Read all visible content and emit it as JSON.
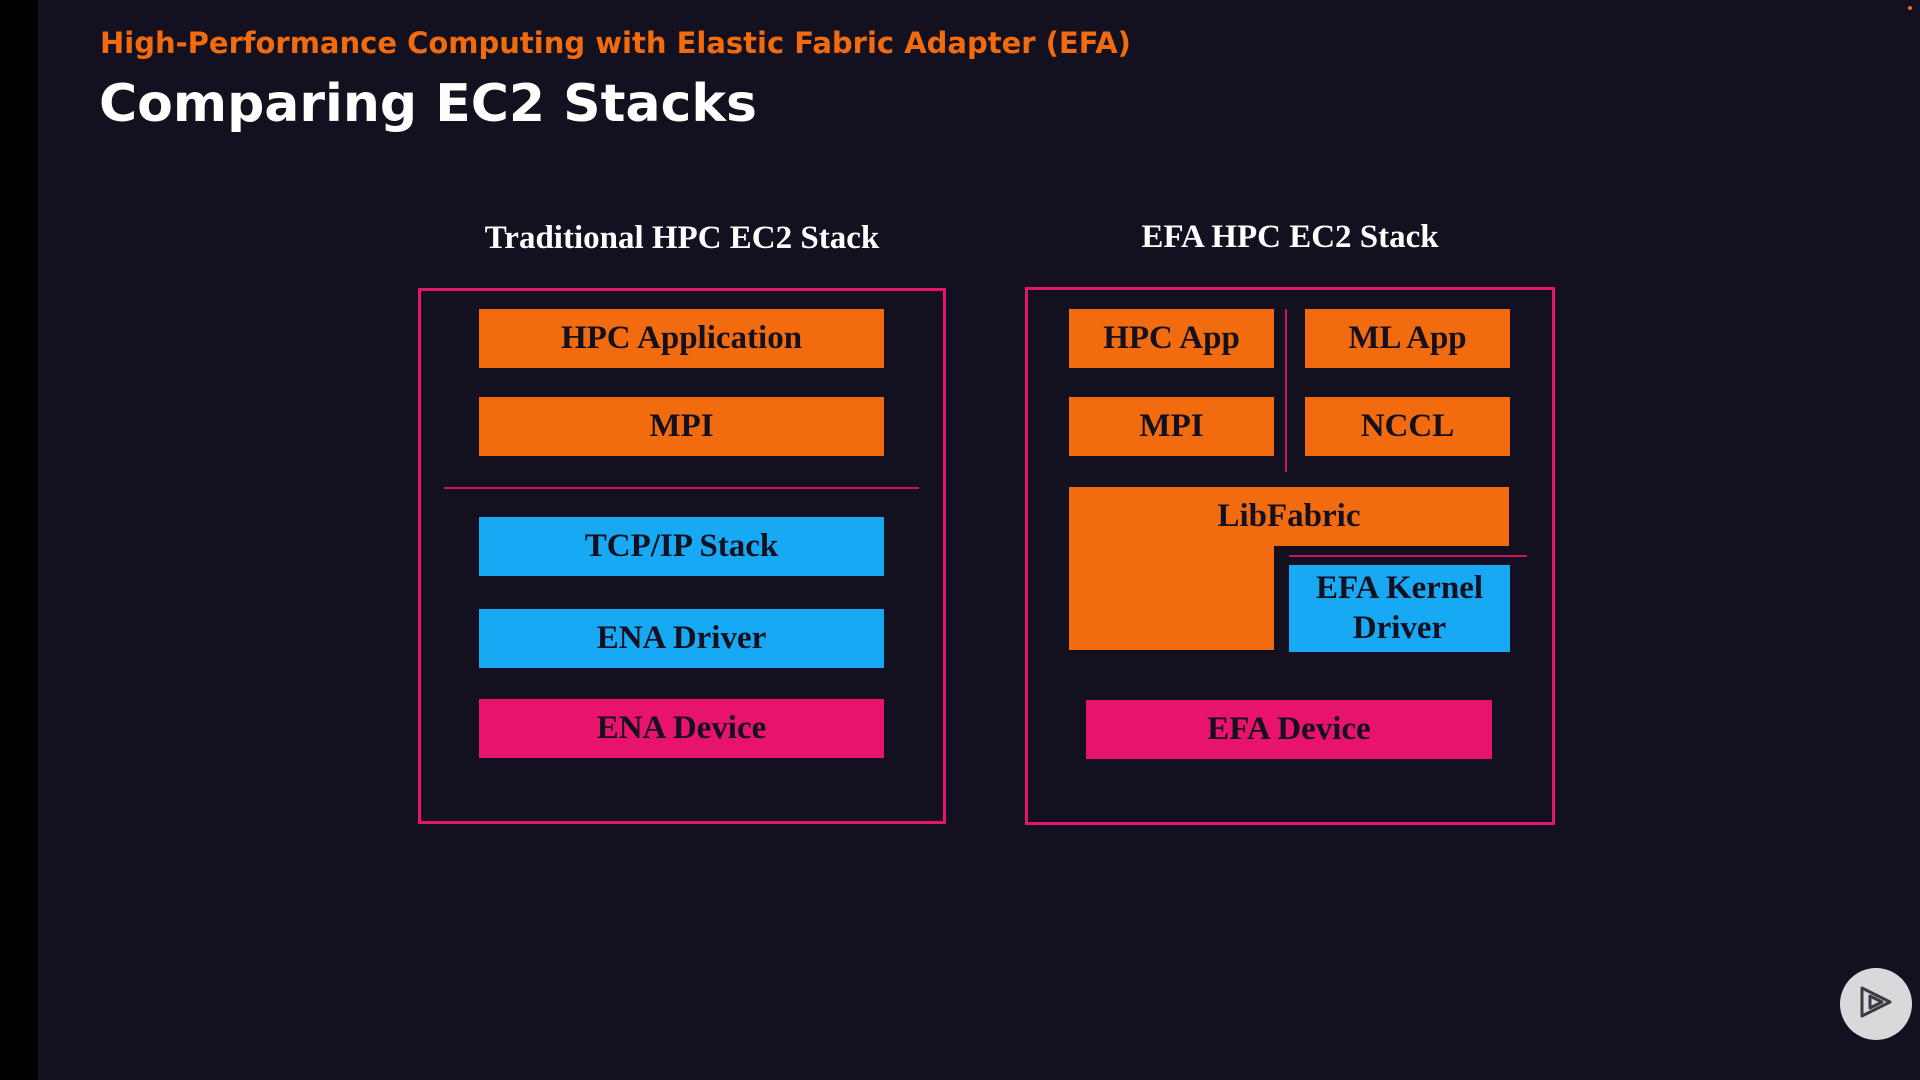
{
  "header": {
    "subtitle": "High-Performance Computing with Elastic Fabric Adapter (EFA)",
    "title": "Comparing EC2 Stacks"
  },
  "traditional_stack": {
    "heading": "Traditional HPC EC2 Stack",
    "layers": {
      "hpc_application": "HPC Application",
      "mpi": "MPI",
      "tcp_ip": "TCP/IP Stack",
      "ena_driver": "ENA Driver",
      "ena_device": "ENA Device"
    }
  },
  "efa_stack": {
    "heading": "EFA HPC EC2 Stack",
    "layers": {
      "hpc_app": "HPC App",
      "ml_app": "ML App",
      "mpi": "MPI",
      "nccl": "NCCL",
      "libfabric": "LibFabric",
      "efa_kernel_driver": "EFA Kernel Driver",
      "efa_device": "EFA Device"
    }
  },
  "player": {
    "icon": "play-icon"
  },
  "colors": {
    "background": "#13111f",
    "orange": "#f26b0f",
    "blue": "#17a9f3",
    "pink": "#e8136d",
    "frame": "#e5146e"
  }
}
